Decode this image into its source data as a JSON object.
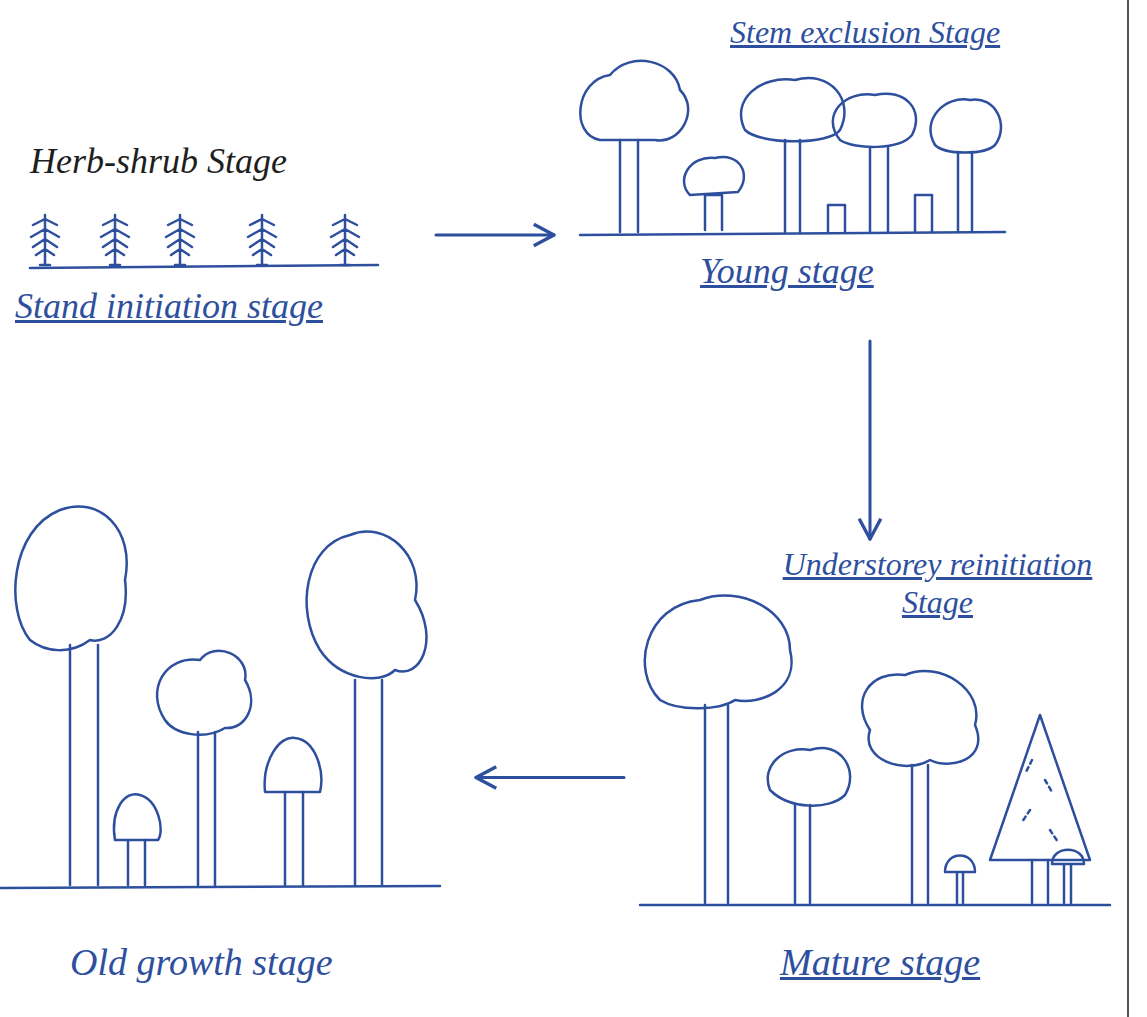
{
  "diagram": {
    "nodes": [
      {
        "text": [
          "Herb-shrub Stage",
          "Stand initiation stage"
        ]
      },
      {
        "text": [
          "Stem exclusion Stage",
          "Young stage"
        ]
      },
      {
        "text": [
          "Understorey reinitiation Stage",
          "Mature stage"
        ]
      },
      {
        "text": [
          "Old growth stage"
        ]
      }
    ],
    "edges": [
      {
        "from": 0,
        "to": 1,
        "arrow": "to"
      },
      {
        "from": 1,
        "to": 2,
        "arrow": "to"
      },
      {
        "from": 2,
        "to": 3,
        "arrow": "to"
      }
    ]
  }
}
